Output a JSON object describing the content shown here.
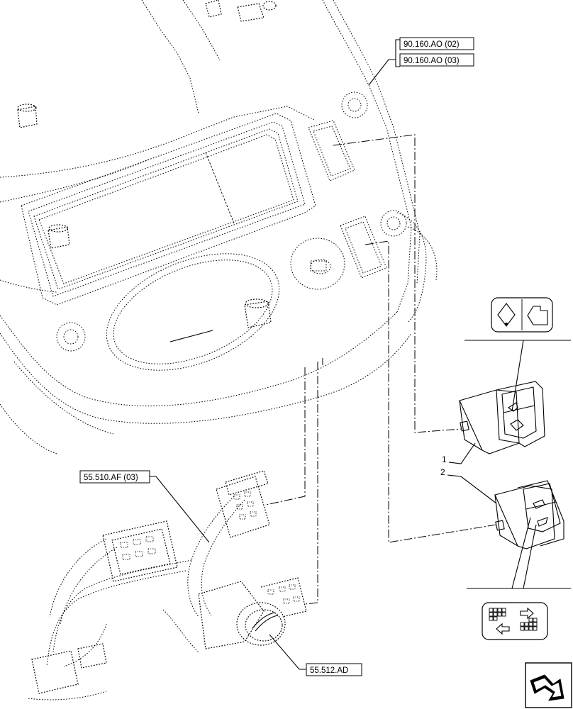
{
  "callouts": {
    "ref_90160_02": "90.160.AO (02)",
    "ref_90160_03": "90.160.AO (03)",
    "ref_55510": "55.510.AF (03)",
    "ref_55512": "55.512.AD"
  },
  "items": {
    "item_1": "1",
    "item_2": "2"
  },
  "icons": {
    "switch1_symbol": "diff-lock-symbol-icon",
    "switch2_symbol": "pto-direction-symbol-icon",
    "nav": "next-page-arrow-icon"
  }
}
